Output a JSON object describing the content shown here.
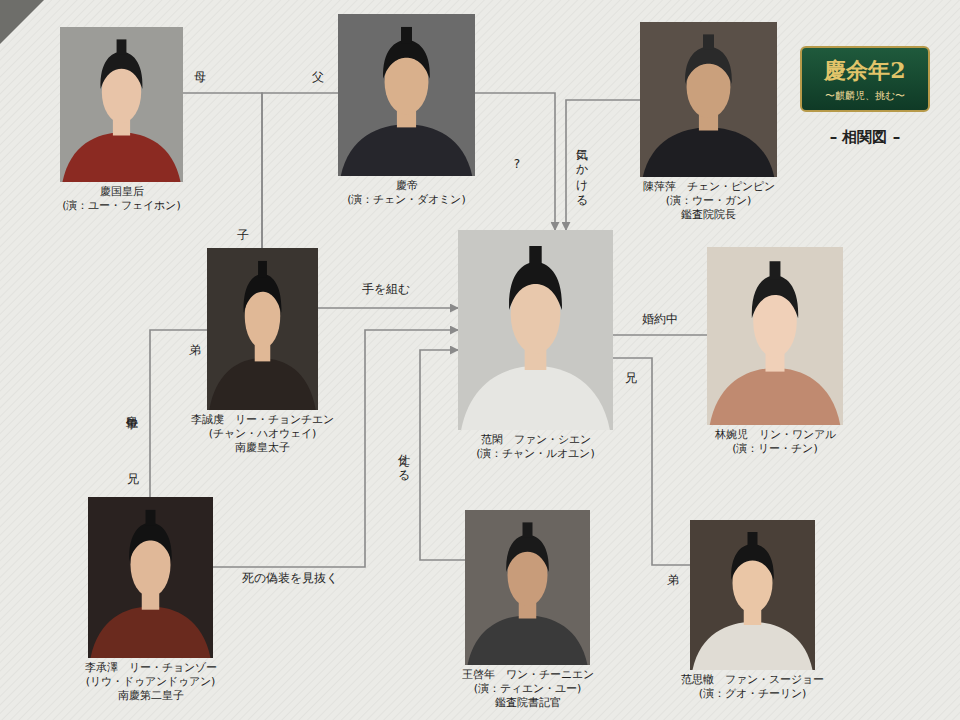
{
  "diagram": {
    "title": "– 相関図 –",
    "nodes": [
      {
        "text": [
          "慶国皇后",
          "(演：ユー・フェイホン)"
        ]
      },
      {
        "text": [
          "慶帝",
          "(演：チェン・ダオミン)"
        ]
      },
      {
        "text": [
          "陳萍萍　チェン・ピンピン",
          "(演：ウー・ガン)",
          "鑑査院院長"
        ]
      },
      {
        "text": [
          "李誠虔　リー・チョンチエン",
          "(チャン・ハオウェイ)",
          "南慶皇太子"
        ]
      },
      {
        "text": [
          "范閑　ファン・シエン",
          "(演：チャン・ルオユン)"
        ]
      },
      {
        "text": [
          "林婉児　リン・ワンアル",
          "(演：リー・チン)"
        ]
      },
      {
        "text": [
          "李承澤　リー・チョンゾー",
          "(リウ・ドゥアンドゥアン)",
          "南慶第二皇子"
        ]
      },
      {
        "text": [
          "王啓年　ワン・チーニエン",
          "(演：ティエン・ユー)",
          "鑑査院書記官"
        ]
      },
      {
        "text": [
          "范思轍　ファン・スージョー",
          "(演：グオ・チーリン)"
        ]
      }
    ],
    "edges": [
      {
        "from": 0,
        "to": 3,
        "label": "母",
        "arrow": "none"
      },
      {
        "from": 1,
        "to": 3,
        "label": "父",
        "arrow": "none"
      },
      {
        "from": 1,
        "to": 4,
        "label": "?",
        "arrow": "to"
      },
      {
        "from": 2,
        "to": 4,
        "label": "気にかける",
        "arrow": "to"
      },
      {
        "from": 3,
        "to": 4,
        "label": "手を組む",
        "arrow": "to"
      },
      {
        "from": 6,
        "to": 3,
        "label": "皇位争い",
        "arrow": "none"
      },
      {
        "from": 6,
        "to": 4,
        "label": "死の偽装を見抜く",
        "arrow": "to"
      },
      {
        "from": 7,
        "to": 4,
        "label": "仕える",
        "arrow": "to"
      },
      {
        "from": 4,
        "to": 5,
        "label": "婚約中",
        "arrow": "none"
      },
      {
        "from": 4,
        "to": 8,
        "arrow": "none"
      }
    ],
    "labels": [
      "慶余年2",
      "〜麒麟児、挑む〜",
      "子",
      "弟",
      "兄",
      "兄",
      "弟"
    ]
  }
}
